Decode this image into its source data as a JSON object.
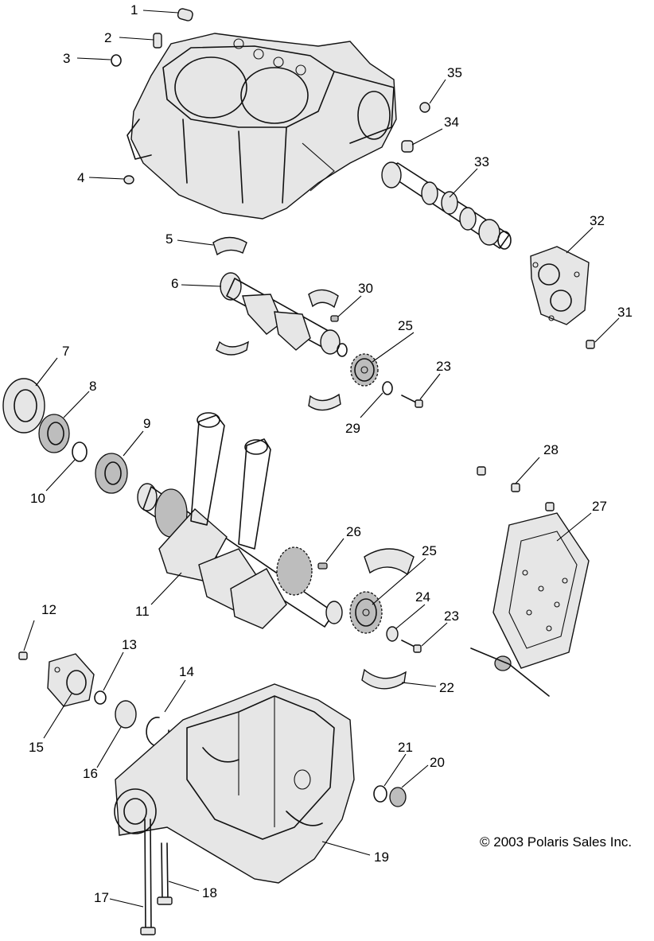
{
  "callouts": {
    "c1": "1",
    "c2": "2",
    "c3": "3",
    "c4": "4",
    "c5": "5",
    "c6": "6",
    "c7": "7",
    "c8": "8",
    "c9": "9",
    "c10": "10",
    "c11": "11",
    "c12": "12",
    "c13": "13",
    "c14": "14",
    "c15": "15",
    "c16": "16",
    "c17": "17",
    "c18": "18",
    "c19": "19",
    "c20": "20",
    "c21": "21",
    "c22": "22",
    "c23a": "23",
    "c23b": "23",
    "c24": "24",
    "c25a": "25",
    "c25b": "25",
    "c26": "26",
    "c27": "27",
    "c28": "28",
    "c29": "29",
    "c30": "30",
    "c31": "31",
    "c32": "32",
    "c33": "33",
    "c34": "34",
    "c35": "35"
  },
  "copyright": "© 2003 Polaris Sales Inc."
}
